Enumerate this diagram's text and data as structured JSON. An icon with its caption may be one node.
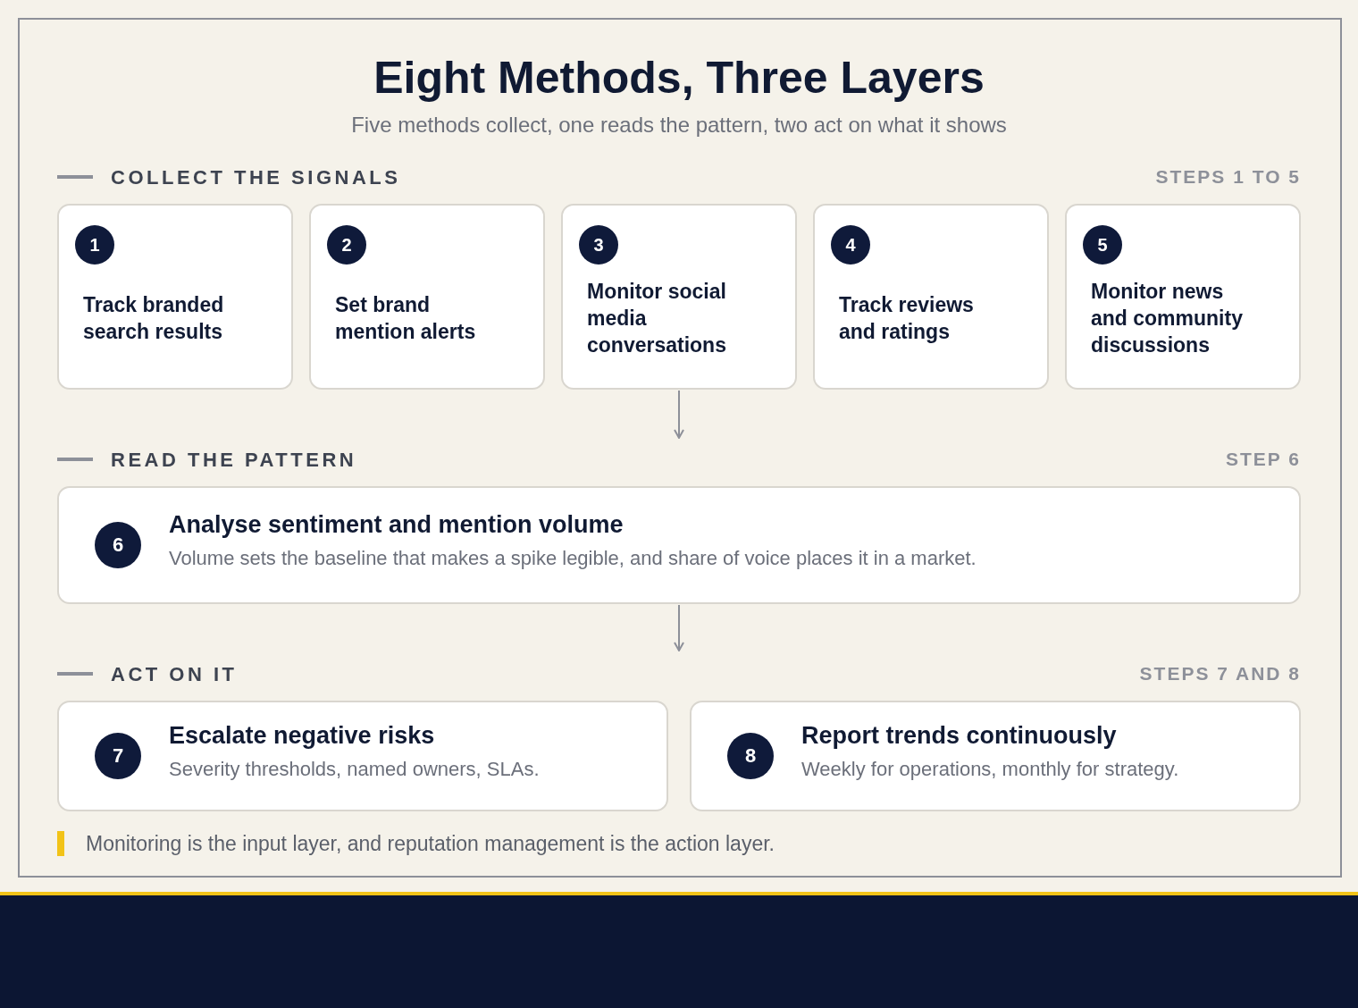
{
  "diagram": {
    "title": "Eight Methods, Three Layers",
    "nodes": [
      {
        "text": [
          "1",
          "Track branded search results"
        ]
      },
      {
        "text": [
          "2",
          "Set brand mention alerts"
        ]
      },
      {
        "text": [
          "3",
          "Monitor social media conversations"
        ]
      },
      {
        "text": [
          "4",
          "Track reviews and ratings"
        ]
      },
      {
        "text": [
          "5",
          "Monitor news and community discussions"
        ]
      },
      {
        "text": [
          "6",
          "Analyse sentiment and mention volume",
          "Volume sets the baseline that makes a spike legible, and share of voice places it in a market."
        ]
      },
      {
        "text": [
          "7",
          "Escalate negative risks",
          "Severity thresholds, named owners, SLAs."
        ]
      },
      {
        "text": [
          "8",
          "Report trends continuously",
          "Weekly for operations, monthly for strategy."
        ]
      }
    ],
    "edges": [
      {
        "from": 2,
        "to": null,
        "arrow": "to"
      },
      {
        "from": 5,
        "to": null,
        "arrow": "to"
      }
    ],
    "labels": [
      "Five methods collect, one reads the pattern, two act on what it shows",
      "COLLECT THE SIGNALS",
      "STEPS 1 TO 5",
      "READ THE PATTERN",
      "STEP 6",
      "ACT ON IT",
      "STEPS 7 AND 8",
      "Monitoring is the input layer, and reputation management is the action layer."
    ]
  }
}
